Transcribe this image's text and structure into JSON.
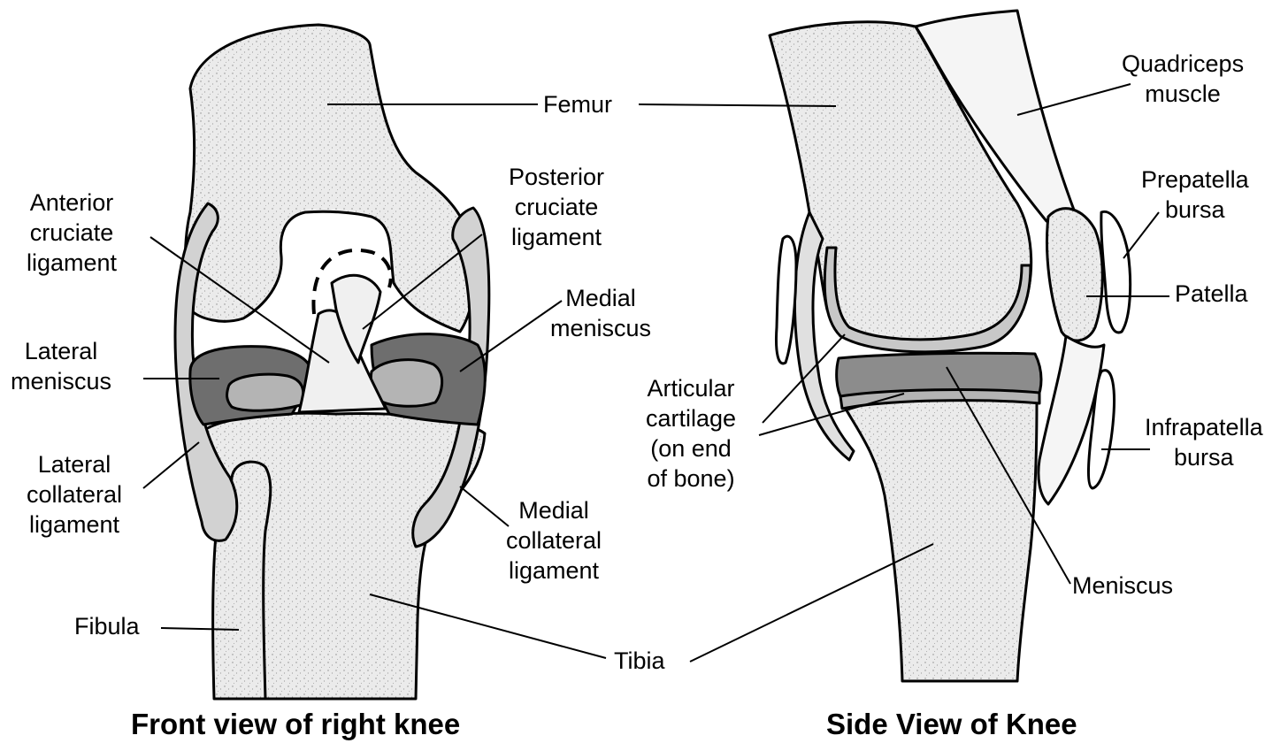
{
  "labels": {
    "femur": "Femur",
    "anterior_cruciate": "Anterior\ncruciate\nligament",
    "posterior_cruciate": "Posterior\ncruciate\nligament",
    "medial_meniscus": "Medial\nmeniscus",
    "lateral_meniscus": "Lateral\nmeniscus",
    "lateral_collateral": "Lateral\ncollateral\nligament",
    "medial_collateral": "Medial\ncollateral\nligament",
    "fibula": "Fibula",
    "tibia": "Tibia",
    "quadriceps": "Quadriceps\nmuscle",
    "prepatella": "Prepatella\nbursa",
    "patella": "Patella",
    "articular_cartilage": "Articular\ncartilage\n(on end\nof bone)",
    "infrapatella": "Infrapatella\nbursa",
    "meniscus": "Meniscus"
  },
  "captions": {
    "front": "Front view of right knee",
    "side": "Side View of Knee"
  },
  "colors": {
    "bone": "#e6e6e6",
    "meniscus_dark": "#6e6e6e",
    "meniscus_light": "#b4b4b4",
    "ligament": "#d2d2d2",
    "outline": "#000000"
  }
}
